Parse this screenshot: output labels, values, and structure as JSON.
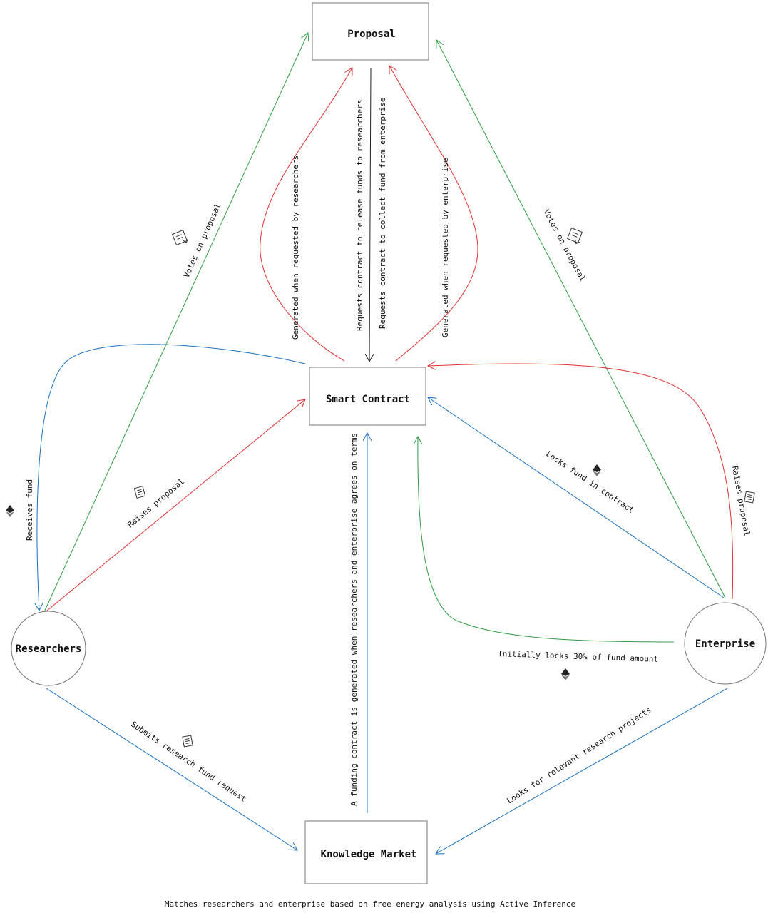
{
  "nodes": {
    "proposal": "Proposal",
    "smart_contract": "Smart Contract",
    "researchers": "Researchers",
    "enterprise": "Enterprise",
    "knowledge_market": "Knowledge Market"
  },
  "edges": {
    "votes_left": "Votes on proposal",
    "votes_right": "Votes on proposal",
    "generated_researchers": "Generated when requested by researchers",
    "release_funds": "Requests contract to release funds to researchers",
    "collect_fund": "Requests contract to collect fund from enterprise",
    "generated_enterprise": "Generated when requested by enterprise",
    "receives_fund": "Receives fund",
    "raises_left": "Raises proposal",
    "raises_right": "Raises proposal",
    "locks_fund": "Locks fund in contract",
    "funding_contract": "A funding contract is generated when researchers and enterprise agrees on terms",
    "initially_locks": "Initially locks 30% of fund amount",
    "submits_request": "Submits research fund request",
    "looks_for": "Looks for relevant research projects"
  },
  "caption": "Matches researchers and enterprise based on free energy analysis using Active Inference",
  "colors": {
    "red": "#e03131",
    "green": "#2f9e44",
    "blue": "#1971c2",
    "black": "#222222"
  },
  "icons": [
    "ethereum-icon",
    "vote-icon",
    "document-icon"
  ]
}
